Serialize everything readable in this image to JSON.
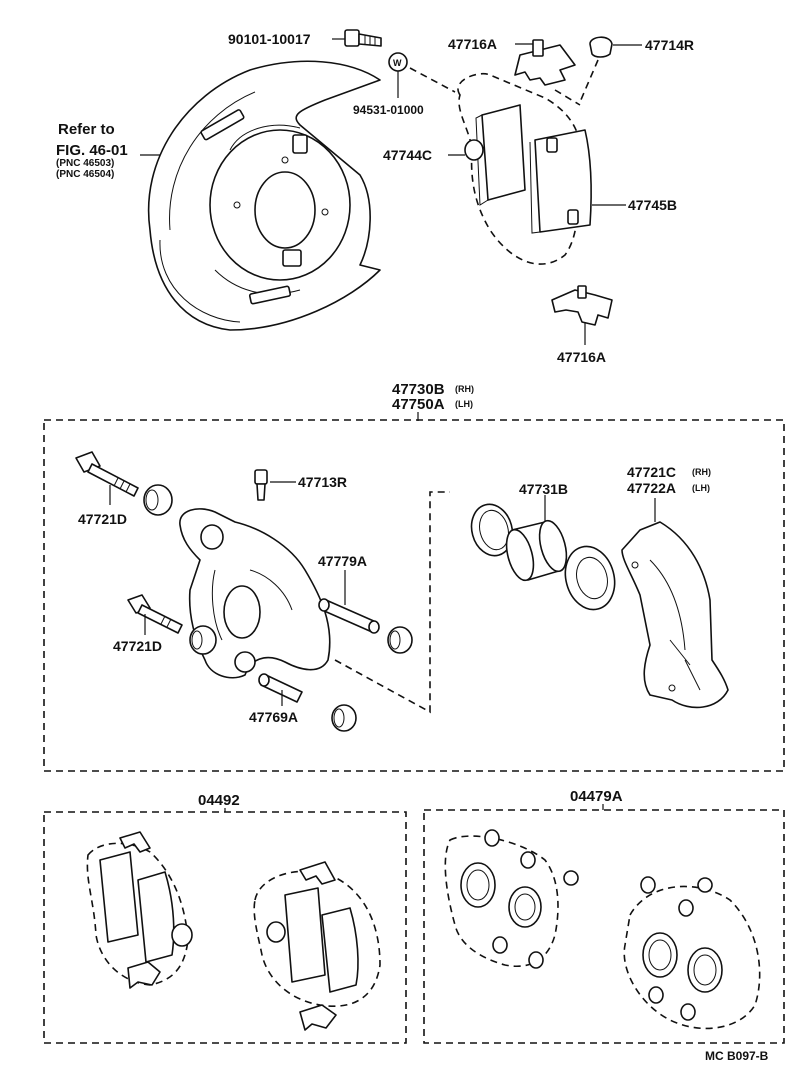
{
  "labels": {
    "bolt_90101": "90101-10017",
    "washer_94531": "94531-01000",
    "refer_1": "Refer to",
    "refer_2": "FIG. 46-01",
    "refer_pnc1": "(PNC 46503)",
    "refer_pnc2": "(PNC 46504)",
    "clip_47716a_top": "47716A",
    "cap_47714r": "47714R",
    "shim_47744c": "47744C",
    "pad_47745b": "47745B",
    "clip_47716a_bottom": "47716A",
    "caliper_rh": "47730B",
    "caliper_rh_side": "(RH)",
    "caliper_lh": "47750A",
    "caliper_lh_side": "(LH)",
    "bolt_47721d_top": "47721D",
    "bleeder_47713r": "47713R",
    "pin_47779a": "47779A",
    "bolt_47721d_bottom": "47721D",
    "pin_47769a": "47769A",
    "piston_47731b": "47731B",
    "mount_47721c": "47721C",
    "mount_47721c_side": "(RH)",
    "mount_47722a": "47722A",
    "mount_47722a_side": "(LH)",
    "kit_04492": "04492",
    "kit_04479a": "04479A",
    "footer_code": "MC  B097-B"
  }
}
